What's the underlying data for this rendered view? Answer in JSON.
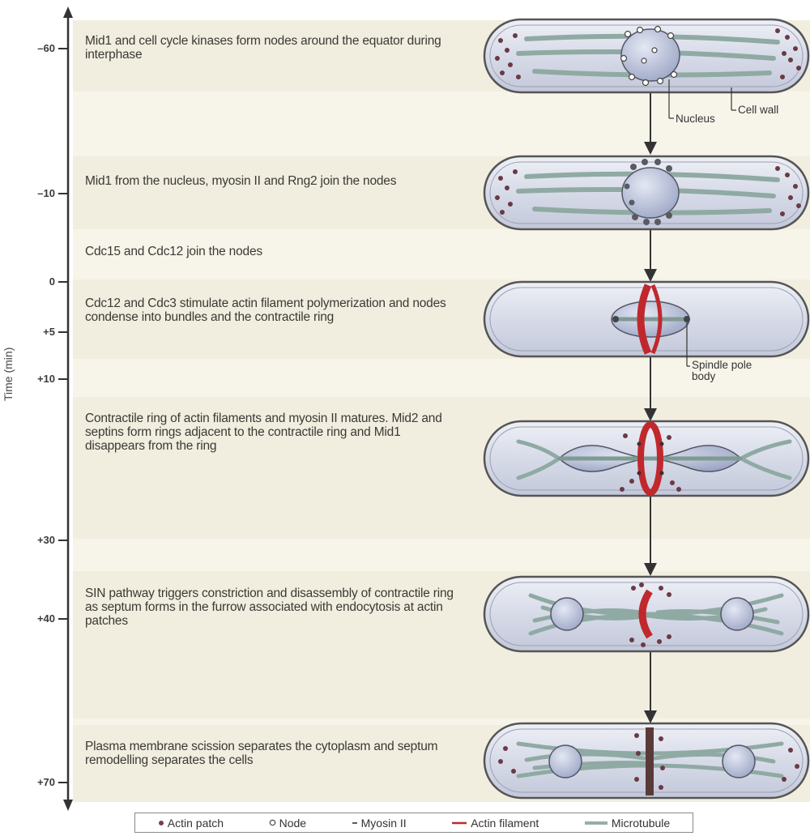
{
  "axis": {
    "label": "Time (min)",
    "ticks": [
      "–60",
      "–10",
      "0",
      "+5",
      "+10",
      "+30",
      "+40",
      "+70"
    ]
  },
  "steps": [
    "Mid1 and cell cycle kinases form nodes around the equator during interphase",
    "Mid1 from the nucleus, myosin II and Rng2 join the nodes",
    "Cdc15 and Cdc12 join the nodes",
    "Cdc12 and Cdc3 stimulate actin filament polymerization and nodes condense into bundles and the contractile ring",
    "Contractile ring of actin filaments and myosin II matures. Mid2 and septins form rings adjacent to the contractile ring and Mid1 disappears from the ring",
    "SIN pathway triggers constriction and disassembly of contractile ring as septum forms in the furrow associated with endocytosis at actin patches",
    "Plasma membrane scission separates the cytoplasm and septum remodelling separates the cells"
  ],
  "callouts": {
    "cell_wall": "Cell wall",
    "nucleus": "Nucleus",
    "spindle_pole_body": "Spindle pole body"
  },
  "legend": {
    "actin_patch": "Actin patch",
    "node": "Node",
    "myosin": "Myosin II",
    "actin_filament": "Actin filament",
    "microtubule": "Microtubule"
  },
  "colors": {
    "band": "#f1eee0",
    "cell_fill": "#dcdfe9",
    "microtubule": "#98aea8",
    "nucleus": "#b5bdd6",
    "actin_filament": "#c0282d",
    "actin_patch": "#7a4048",
    "axis": "#333333"
  }
}
